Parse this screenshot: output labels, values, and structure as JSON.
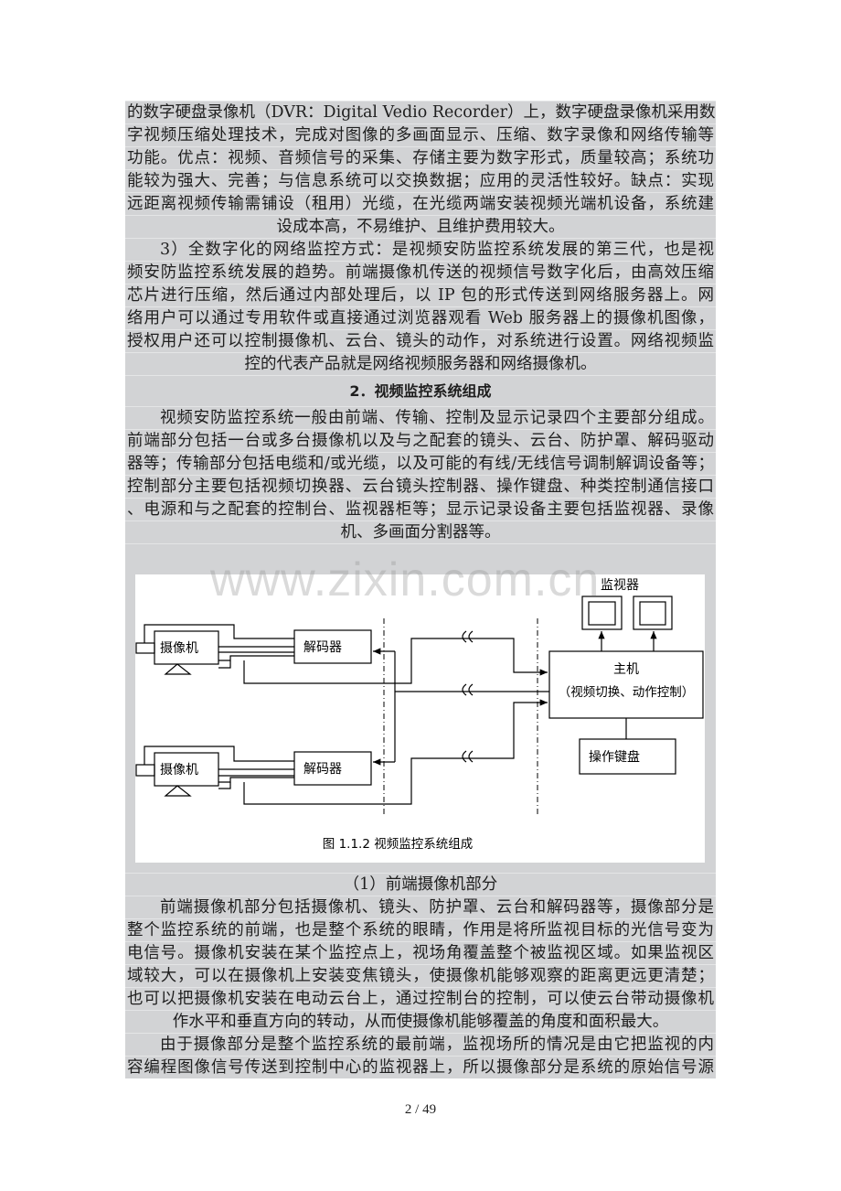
{
  "section1": {
    "lines": [
      "的数字硬盘录像机（DVR：Digital Vedio Recorder）上，数字硬盘录像机采用数",
      "字视频压缩处理技术，完成对图像的多画面显示、压缩、数字录像和网络传输等",
      "功能。优点：视频、音频信号的采集、存储主要为数字形式，质量较高；系统功",
      "能较为强大、完善；与信息系统可以交换数据；应用的灵活性较好。缺点：实现",
      "远距离视频传输需铺设（租用）光缆，在光缆两端安装视频光端机设备，系统建",
      "设成本高，不易维护、且维护费用较大。",
      "3）全数字化的网络监控方式：是视频安防监控系统发展的第三代，也是视",
      "频安防监控系统发展的趋势。前端摄像机传送的视频信号数字化后，由高效压缩",
      "芯片进行压缩，然后通过内部处理后，以 IP 包的形式传送到网络服务器上。网",
      "络用户可以通过专用软件或直接通过浏览器观看 Web 服务器上的摄像机图像，",
      "授权用户还可以控制摄像机、云台、镜头的动作，对系统进行设置。网络视频监",
      "控的代表产品就是网络视频服务器和网络摄像机。"
    ]
  },
  "heading": "2．视频监控系统组成",
  "section2": {
    "lines": [
      "视频安防监控系统一般由前端、传输、控制及显示记录四个主要部分组成。",
      "前端部分包括一台或多台摄像机以及与之配套的镜头、云台、防护罩、解码驱动",
      "器等；传输部分包括电缆和/或光缆，以及可能的有线/无线信号调制解调设备等；",
      "控制部分主要包括视频切换器、云台镜头控制器、操作键盘、种类控制通信接口",
      "、电源和与之配套的控制台、监视器柜等；显示记录设备主要包括监视器、录像",
      "机、多画面分割器等。"
    ]
  },
  "watermark": "www.zixin.com.cn",
  "figure": {
    "camera_label": "摄像机",
    "decoder_label": "解码器",
    "monitor_label": "监视器",
    "host_label": "主机",
    "host_sublabel": "（视频切换、动作控制）",
    "keyboard_label": "操作键盘",
    "caption": "图 1.1.2 视频监控系统组成"
  },
  "section3": {
    "subheading": "（1）前端摄像机部分",
    "lines": [
      "前端摄像机部分包括摄像机、镜头、防护罩、云台和解码器等，摄像部分是",
      "整个监控系统的前端，也是整个系统的眼睛，作用是将所监视目标的光信号变为",
      "电信号。摄像机安装在某个监控点上，视场角覆盖整个被监视区域。如果监视区",
      "域较大，可以在摄像机上安装变焦镜头，使摄像机能够观察的距离更远更清楚；",
      "也可以把摄像机安装在电动云台上，通过控制台的控制，可以使云台带动摄像机",
      "作水平和垂直方向的转动，从而使摄像机能够覆盖的角度和面积最大。",
      "由于摄像部分是整个监控系统的最前端，监视场所的情况是由它把监视的内",
      "容编程图像信号传送到控制中心的监视器上，所以摄像部分是系统的原始信号源"
    ]
  },
  "page_number": "2 / 49"
}
